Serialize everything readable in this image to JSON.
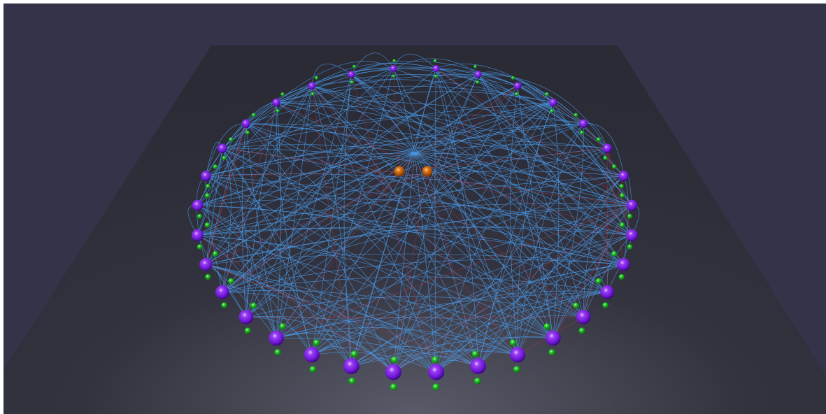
{
  "colors": {
    "background": "#343349",
    "floor": "#2c2c38",
    "floor_highlight": "#535462",
    "edge": "#4a9eef",
    "edge_alt": "#d2343f",
    "hub_node": "#7a1ee2",
    "leaf_node": "#16b81a",
    "center_node": "#c4640c"
  },
  "graph": {
    "hub_node_count": 32,
    "leaf_nodes_per_hub": 2,
    "center_node_count": 2,
    "layout": "ring"
  }
}
